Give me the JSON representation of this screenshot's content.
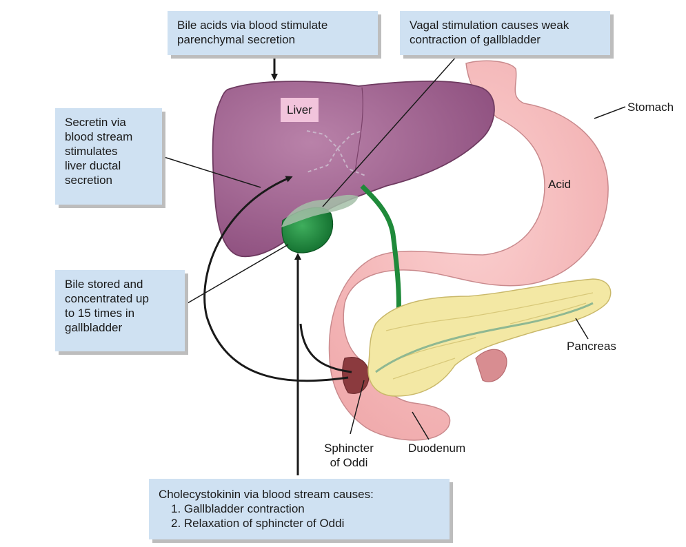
{
  "callouts": {
    "bile_acids": [
      "Bile acids via blood stimulate",
      "parenchymal secretion"
    ],
    "vagal": [
      "Vagal stimulation causes weak",
      "contraction of gallbladder"
    ],
    "secretin": [
      "Secretin via",
      "blood stream",
      "stimulates",
      "liver ductal",
      "secretion"
    ],
    "bile_stored": [
      "Bile stored and",
      "concentrated up",
      "to 15 times in",
      "gallbladder"
    ],
    "cholecystokinin": {
      "title": "Cholecystokinin via blood stream causes:",
      "items": [
        "1. Gallbladder contraction",
        "2. Relaxation of sphincter of Oddi"
      ]
    }
  },
  "labels": {
    "liver": "Liver",
    "stomach": "Stomach",
    "acid": "Acid",
    "pancreas": "Pancreas",
    "duodenum": "Duodenum",
    "sphincter": [
      "Sphincter",
      "of Oddi"
    ]
  },
  "colors": {
    "liver": "#8e4f7e",
    "liver_light": "#a56a93",
    "stomach": "#f2b3b3",
    "gallbladder": "#1e8a3c",
    "bile_duct": "#1f8a3a",
    "pancreas": "#f3e8a4",
    "callout": "#cfe1f2",
    "liver_tag": "#f2c4dc"
  }
}
